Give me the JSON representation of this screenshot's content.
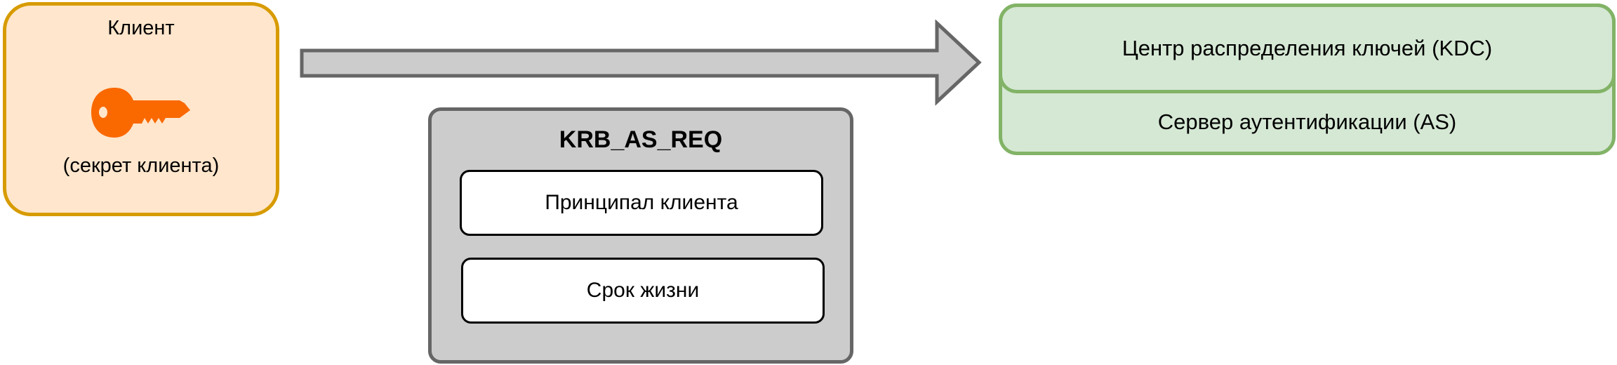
{
  "client": {
    "title": "Клиент",
    "secret_label": "(секрет клиента)",
    "icon": "key-icon"
  },
  "message": {
    "title": "KRB_AS_REQ",
    "fields": [
      "Принципал клиента",
      "Срок жизни"
    ]
  },
  "kdc": {
    "title": "Центр распределения ключей (KDC)",
    "subtitle": "Сервер аутентификации (AS)"
  },
  "colors": {
    "client_fill": "#ffe6cc",
    "client_stroke": "#d79b00",
    "key": "#fa6800",
    "kdc_fill": "#d5e8d4",
    "kdc_stroke": "#82b366",
    "message_fill": "#cccccc",
    "message_stroke": "#666666"
  }
}
